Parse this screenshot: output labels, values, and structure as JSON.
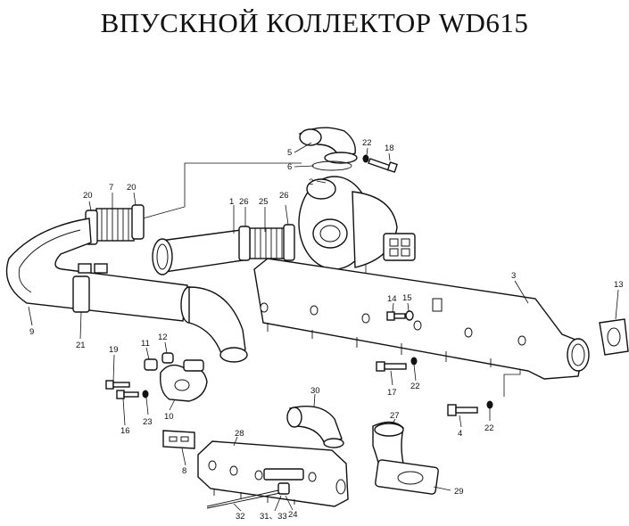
{
  "title": "ВПУСКНОЙ КОЛЛЕКТОР  WD615",
  "labels": [
    "1",
    "2",
    "3",
    "4",
    "5",
    "6",
    "7",
    "8",
    "9",
    "10",
    "11",
    "12",
    "13",
    "14",
    "15",
    "16",
    "17",
    "18",
    "19",
    "20",
    "20",
    "21",
    "22",
    "22",
    "22",
    "23",
    "24",
    "25",
    "26",
    "26",
    "27",
    "28",
    "29",
    "30",
    "31、33",
    "32"
  ]
}
